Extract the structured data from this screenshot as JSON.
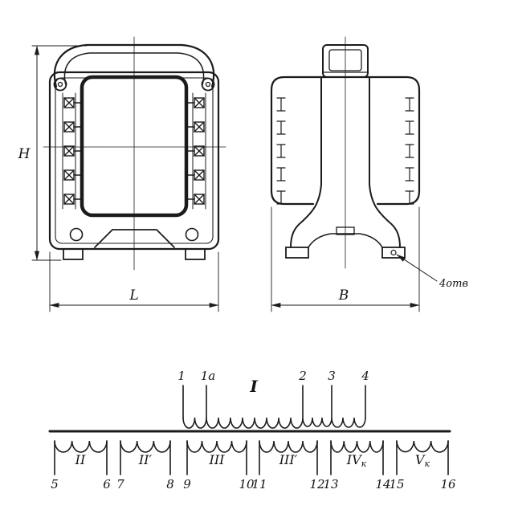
{
  "dimensions": {
    "height": "H",
    "length": "L",
    "width": "B",
    "holes_note": "4отв"
  },
  "schematic": {
    "primary": {
      "label": "I",
      "terminals": [
        "1",
        "1a",
        "2",
        "3",
        "4"
      ]
    },
    "windings": [
      {
        "label": "II",
        "t1": "5",
        "t2": "6"
      },
      {
        "label": "II′",
        "t1": "7",
        "t2": "8"
      },
      {
        "label": "III",
        "t1": "9",
        "t2": "10"
      },
      {
        "label": "III′",
        "t1": "11",
        "t2": "12"
      },
      {
        "label": "IV",
        "sub": "к",
        "t1": "13",
        "t2": "14"
      },
      {
        "label": "V",
        "sub": "к",
        "t1": "15",
        "t2": "16"
      }
    ]
  }
}
